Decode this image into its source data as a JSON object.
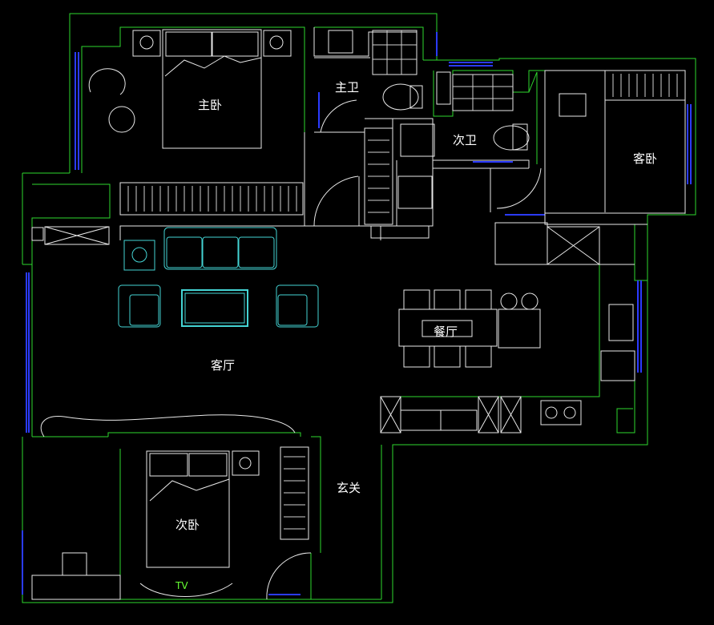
{
  "rooms": {
    "master_bedroom": "主卧",
    "master_bath": "主卫",
    "second_bath": "次卫",
    "guest_bedroom": "客卧",
    "living_room": "客厅",
    "dining_room": "餐厅",
    "second_bedroom": "次卧",
    "entrance": "玄关"
  },
  "tv_label": "TV",
  "colors": {
    "wall": "#2ed72e",
    "furniture": "#ffffff",
    "sofa": "#44d4d4",
    "window": "#2b3bff",
    "background": "#000000"
  }
}
